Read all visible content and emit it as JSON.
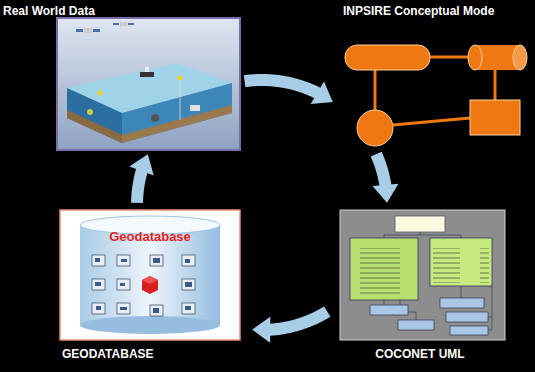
{
  "diagram": {
    "nodes": [
      {
        "text": [
          "Real World Data"
        ]
      },
      {
        "text": [
          "INPSIRE Conceptual Mode"
        ]
      },
      {
        "text": [
          "Geodatabase",
          "GEODATABASE"
        ]
      },
      {
        "text": [
          "COCONET UML"
        ]
      }
    ],
    "edges": [
      {
        "from": 0,
        "to": 1,
        "arrow": "to"
      },
      {
        "from": 1,
        "to": 3,
        "arrow": "to"
      },
      {
        "from": 3,
        "to": 2,
        "arrow": "to"
      },
      {
        "from": 2,
        "to": 0,
        "arrow": "to"
      }
    ]
  }
}
